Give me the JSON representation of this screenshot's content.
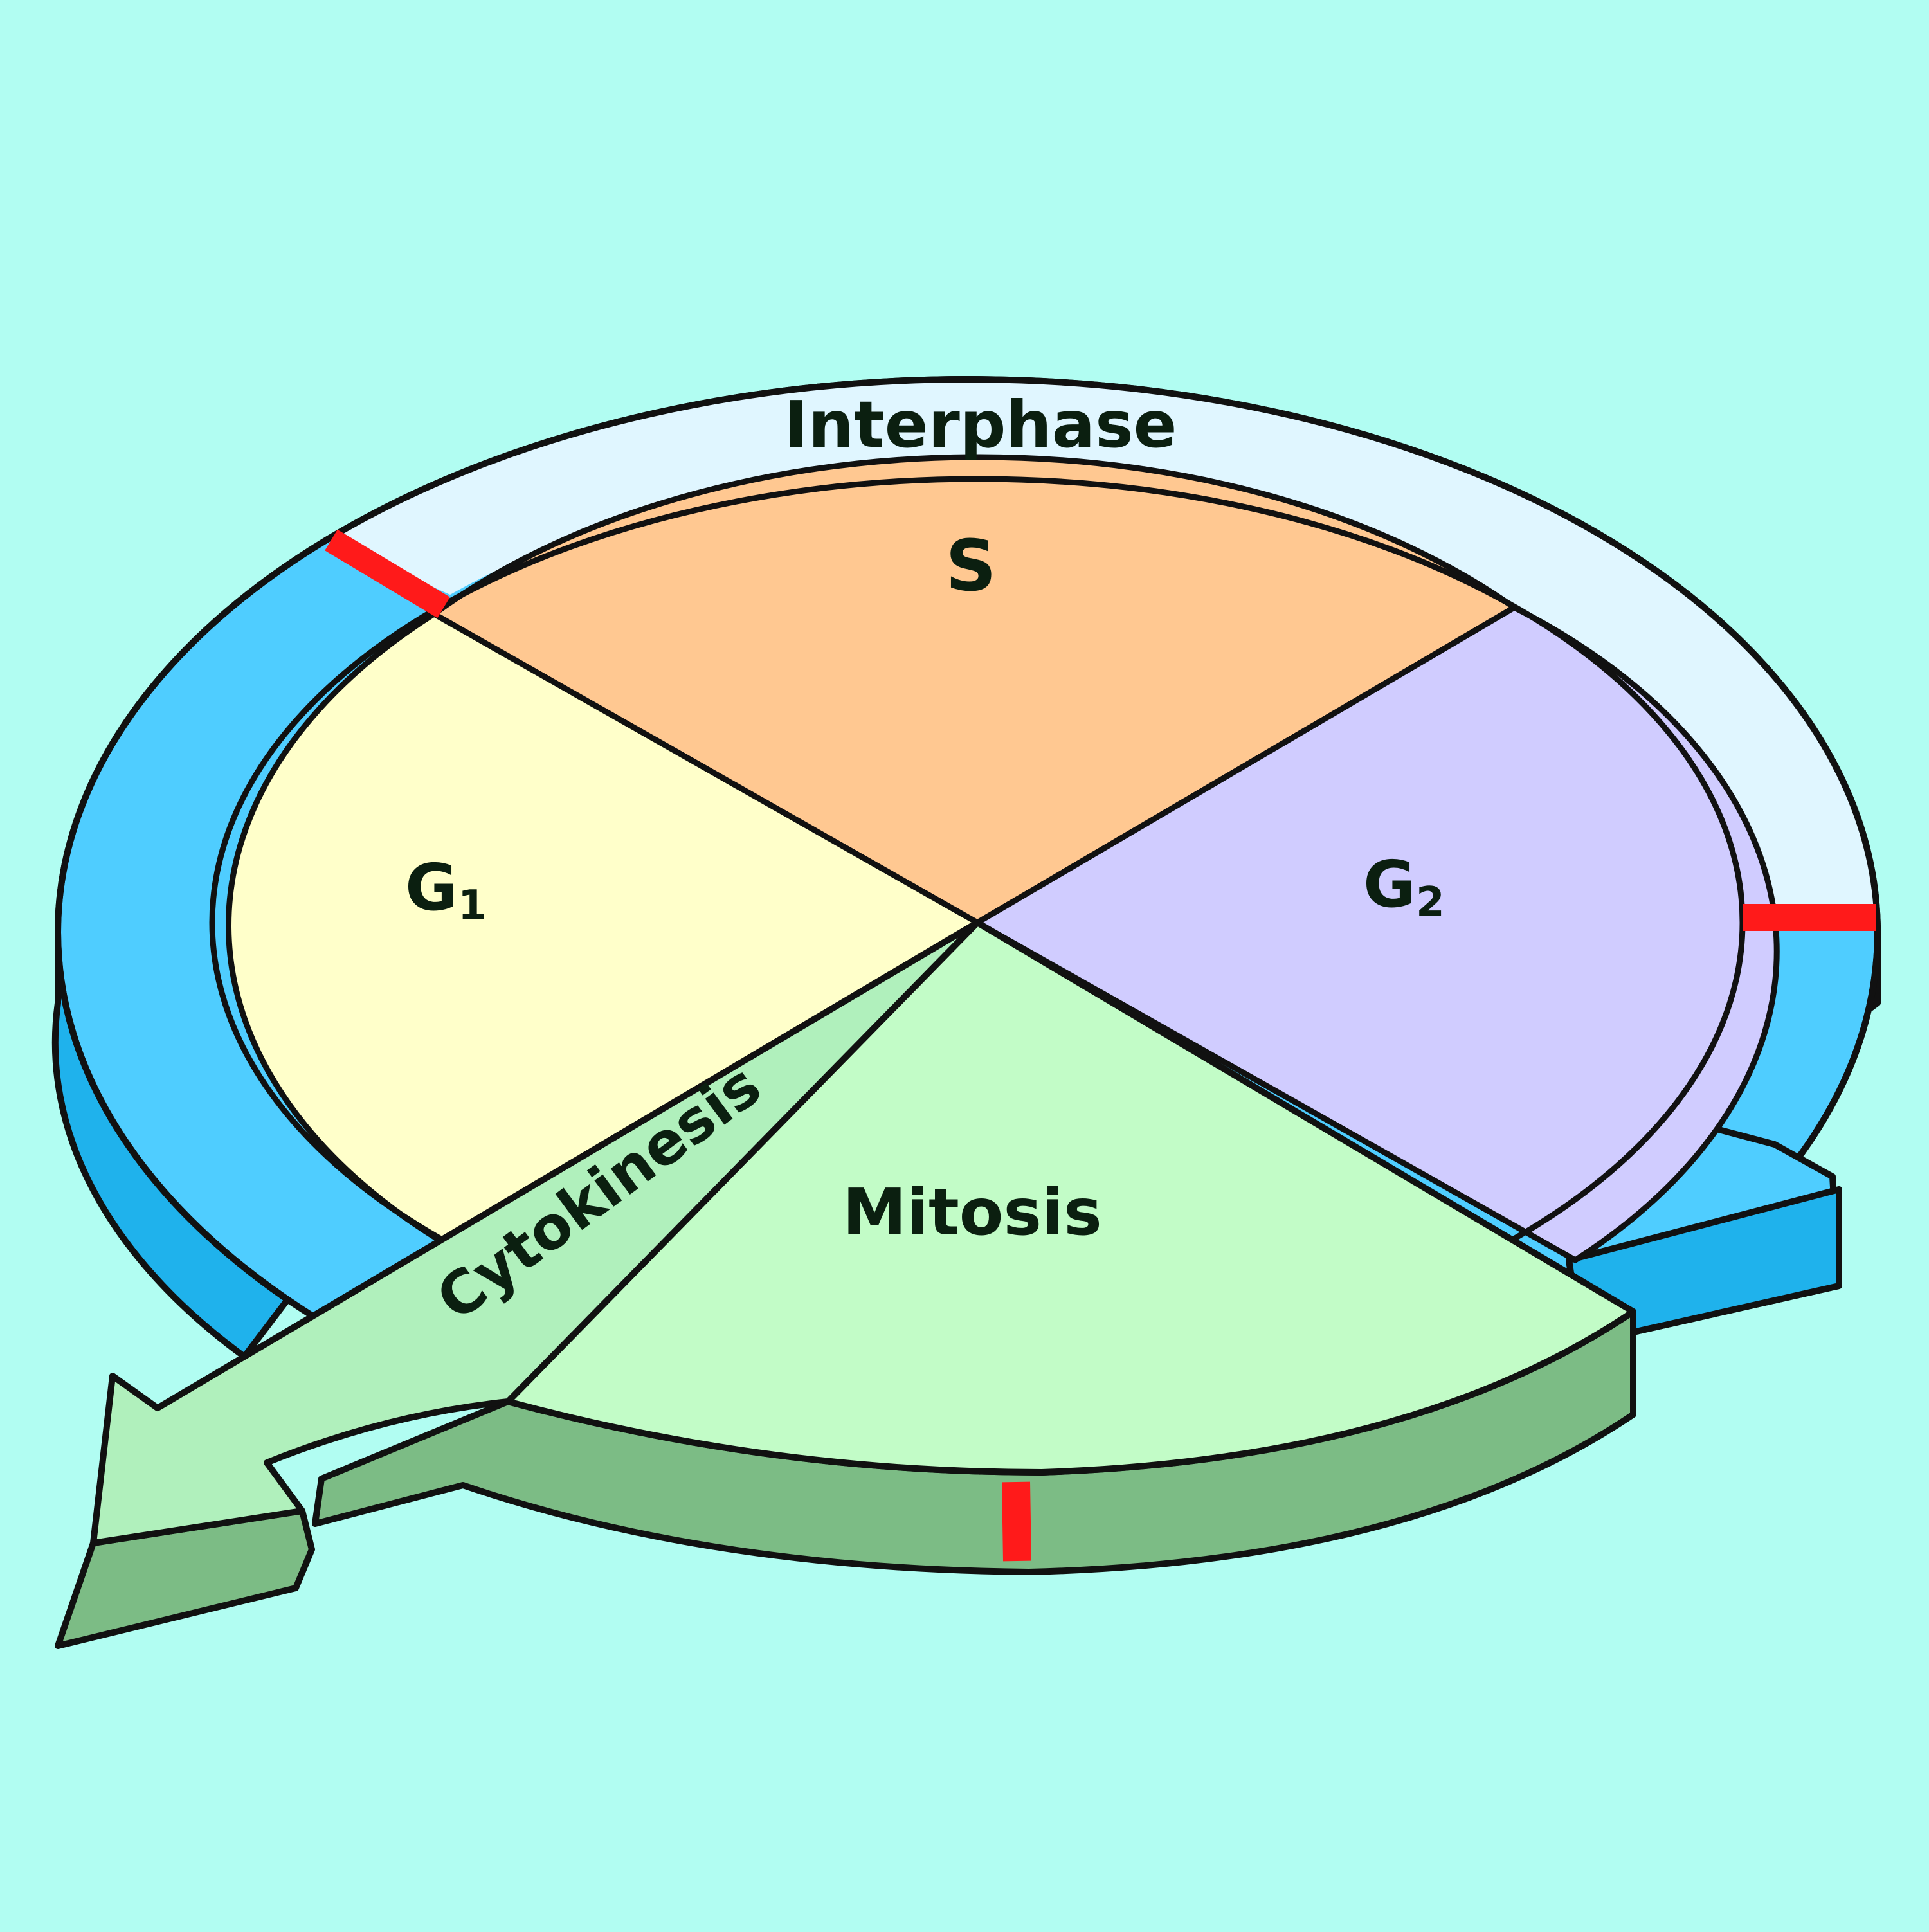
{
  "diagram": {
    "labels": {
      "interphase": "Interphase",
      "s": "S",
      "g1_base": "G",
      "g1_sub": "1",
      "g2_base": "G",
      "g2_sub": "2",
      "mitosis": "Mitosis",
      "cytokinesis": "Cytokinesis"
    },
    "phase_order": [
      "G1",
      "S",
      "G2",
      "Mitosis",
      "Cytokinesis"
    ],
    "colors": {
      "background": "#b1fdf2",
      "interphase_band": "#e0f6ff",
      "arrow_band": "#4fcdff",
      "arrow_band_dark": "#1fb2ec",
      "s_phase": "#ffc891",
      "g1_phase": "#ffffca",
      "g2_phase": "#d0ccff",
      "mitosis": "#c2fcc7",
      "cytokinesis": "#b0f0bc",
      "platform_side": "#7cbc85",
      "checkpoint_marker": "#ff1a1a",
      "outline": "#111111"
    }
  }
}
